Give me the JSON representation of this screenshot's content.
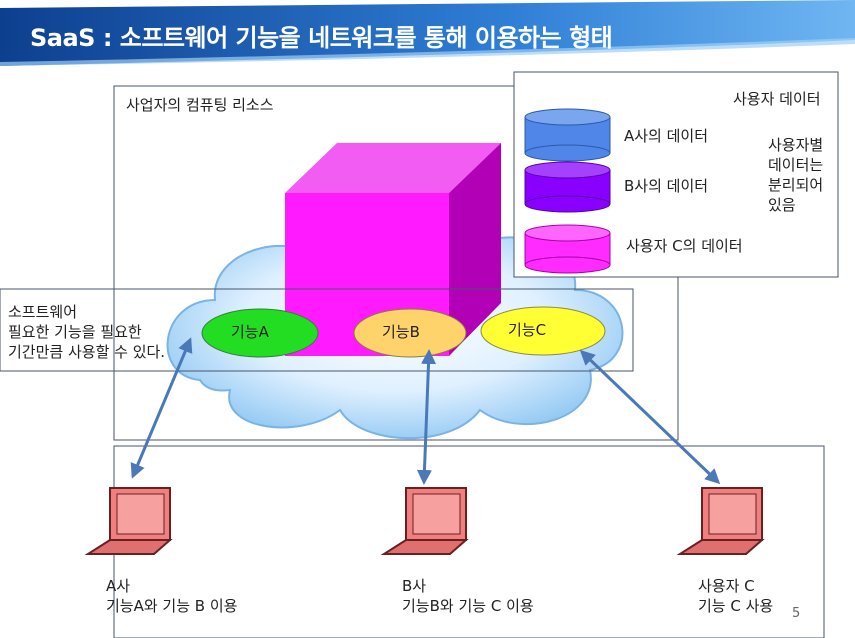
{
  "slide": {
    "title": "SaaS : 소프트웨어 기능을 네트워크를 통해 이용하는 형태",
    "page_number": "5"
  },
  "computing": {
    "label": "사업자의 컴퓨팅 리소스"
  },
  "user_data": {
    "title": "사용자 데이터",
    "items": [
      {
        "label": "A사의 데이터",
        "color": "#4f86e8"
      },
      {
        "label": "B사의 데이터",
        "color": "#8a00ff"
      },
      {
        "label": "사용자 C의 데이터",
        "color": "#ff2bff"
      }
    ],
    "note_lines": [
      "사용자별",
      "데이터는",
      "분리되어",
      "있음"
    ]
  },
  "software_note": {
    "lines": [
      "소프트웨어",
      "필요한 기능을 필요한",
      "기간만큼 사용할 수 있다."
    ]
  },
  "functions": [
    {
      "label": "기능A",
      "color": "#22dd22"
    },
    {
      "label": "기능B",
      "color": "#ffd36b"
    },
    {
      "label": "기능C",
      "color": "#ffff33"
    }
  ],
  "clients": [
    {
      "name": "A사",
      "usage": "기능A와 기능 B 이용"
    },
    {
      "name": "B사",
      "usage": "기능B와 기능 C 이용"
    },
    {
      "name": "사용자 C",
      "usage": "기능 C 사용"
    }
  ]
}
